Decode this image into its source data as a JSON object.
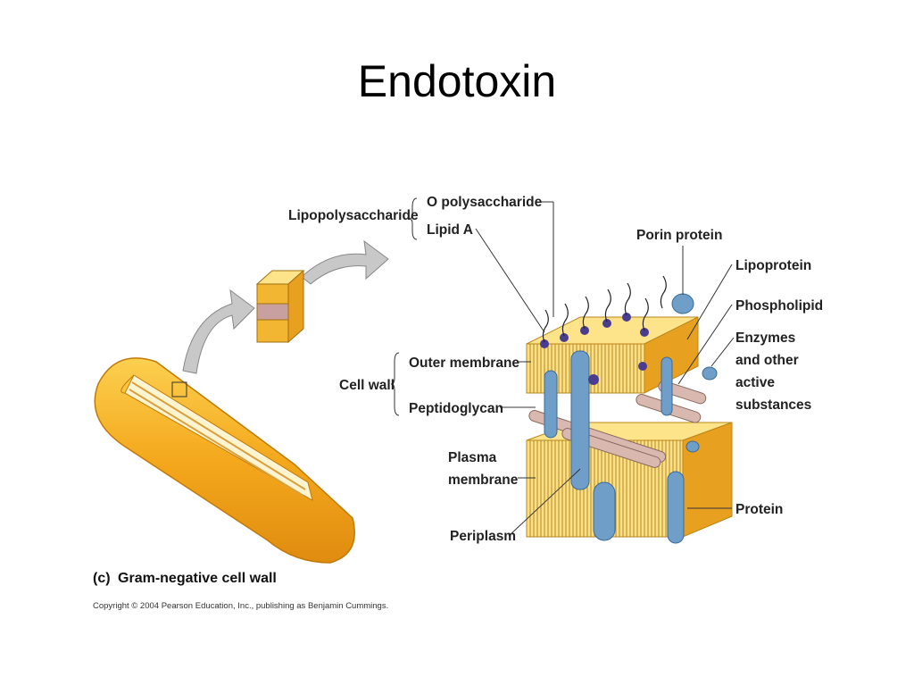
{
  "slide": {
    "title": "Endotoxin"
  },
  "figure": {
    "labels": {
      "lipopolysaccharide": "Lipopolysaccharide",
      "o_polysaccharide": "O polysaccharide",
      "lipid_a": "Lipid A",
      "porin_protein": "Porin protein",
      "lipoprotein": "Lipoprotein",
      "phospholipid": "Phospholipid",
      "enzymes": [
        "Enzymes",
        "and other",
        "active",
        "substances"
      ],
      "cell_wall": "Cell wall",
      "outer_membrane": "Outer membrane",
      "peptidoglycan": "Peptidoglycan",
      "plasma_membrane": [
        "Plasma",
        "membrane"
      ],
      "periplasm": "Periplasm",
      "protein": "Protein"
    },
    "caption": {
      "letter": "(c)",
      "text": "Gram-negative cell wall"
    },
    "copyright": "Copyright © 2004 Pearson Education, Inc., publishing as Benjamin Cummings.",
    "colors": {
      "membrane_yellow": "#f2b632",
      "membrane_light": "#fde48a",
      "cell_orange": "#f4a81c",
      "protein_blue": "#6f9fc8",
      "lps_purple": "#4a3d8f",
      "peptidoglycan_rod": "#d9b8b0",
      "arrow_gray": "#c8c8c8"
    }
  }
}
